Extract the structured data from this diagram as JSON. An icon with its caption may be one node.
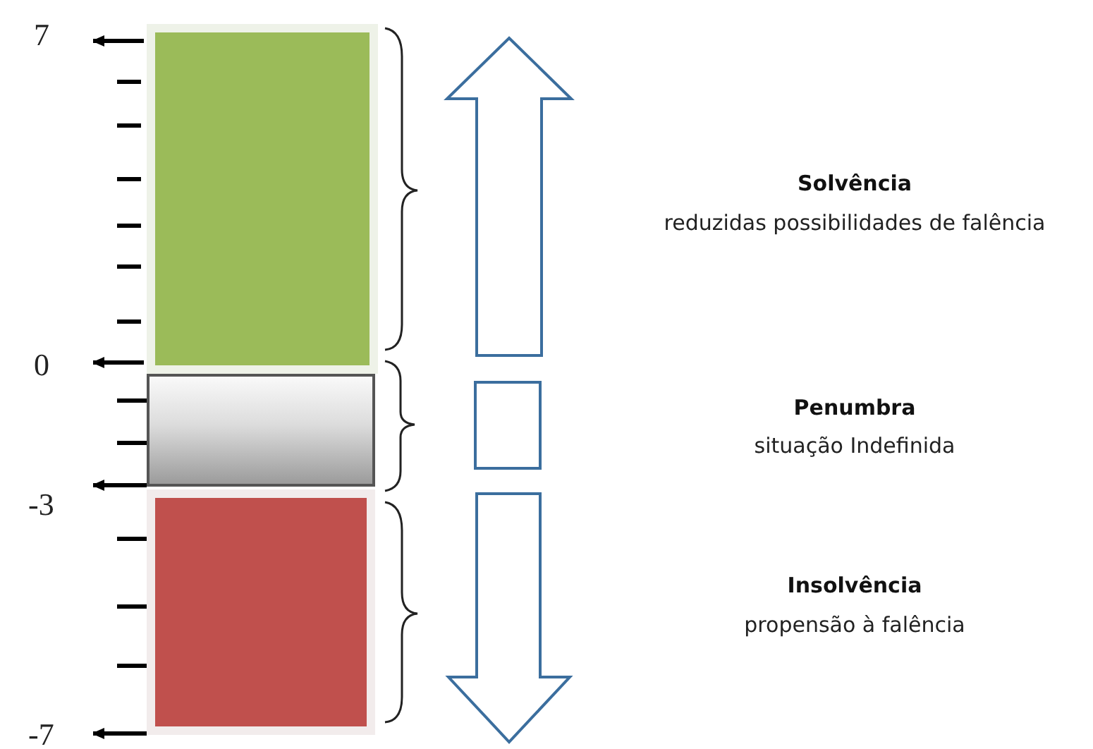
{
  "diagram": {
    "labels": [
      "7",
      "Solvência",
      "reduzidas possibilidades de falência",
      "0",
      "Penumbra",
      "situação Indefinida",
      "-3",
      "Insolvência",
      "propensão à falência",
      "-7"
    ]
  }
}
